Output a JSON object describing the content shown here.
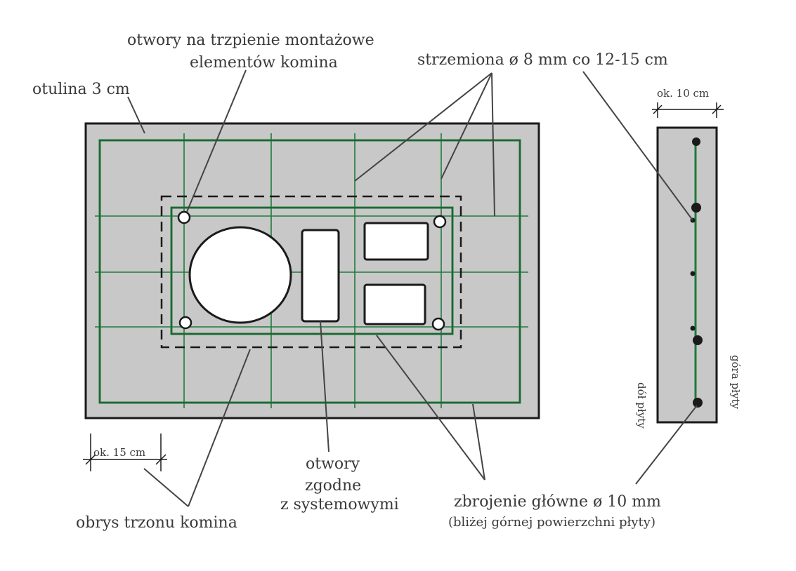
{
  "labels": {
    "mounting_holes_line1": "otwory na trzpienie montażowe",
    "mounting_holes_line2": "elementów komina",
    "cover": "otulina 3 cm",
    "stirrups": "strzemiona ø 8 mm co 12-15 cm",
    "spacing_dim": "ok. 15 cm",
    "thickness_dim": "ok. 10 cm",
    "holes_line1": "otwory",
    "holes_line2": "zgodne",
    "holes_line3": "z systemowymi",
    "chimney_outline": "obrys trzonu komina",
    "main_rebar": "zbrojenie główne ø 10 mm",
    "main_rebar_note": "(bliżej górnej powierzchni płyty)",
    "slab_bottom": "dół płyty",
    "slab_top": "góra płyty"
  },
  "colors": {
    "slab_fill": "#c8c8c8",
    "rebar": "#1f7a3a",
    "outline": "#1a1a1a",
    "hole_fill": "#ffffff",
    "leader": "#444444"
  }
}
